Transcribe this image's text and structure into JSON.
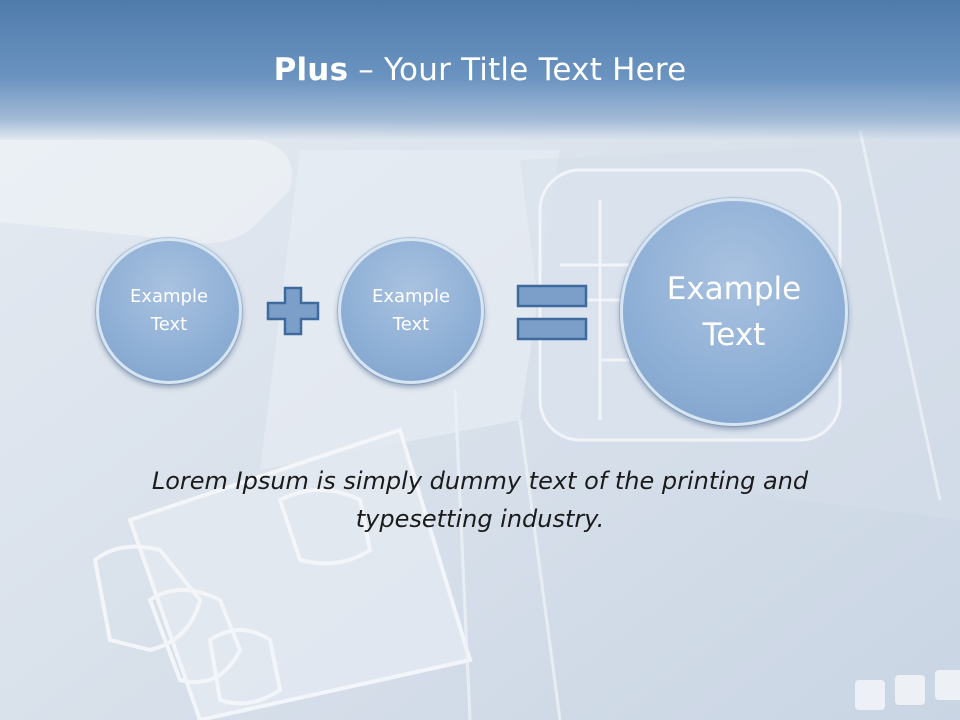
{
  "slide": {
    "title_bold": "Plus",
    "title_rest": " – Your Title Text Here",
    "circles": [
      {
        "label": "Example\nText"
      },
      {
        "label": "Example\nText"
      },
      {
        "label": "Example\nText"
      }
    ],
    "operators": [
      {
        "icon": "plus-icon"
      },
      {
        "icon": "equals-icon"
      }
    ],
    "body_text": "Lorem Ipsum is simply dummy text of the printing and typesetting industry."
  },
  "colors": {
    "header": "#4f7bab",
    "circle_fill": "#8fb0d6",
    "operator_fill": "#7c9fc9",
    "operator_stroke": "#3f6a9e",
    "text": "#1b1b1b"
  }
}
